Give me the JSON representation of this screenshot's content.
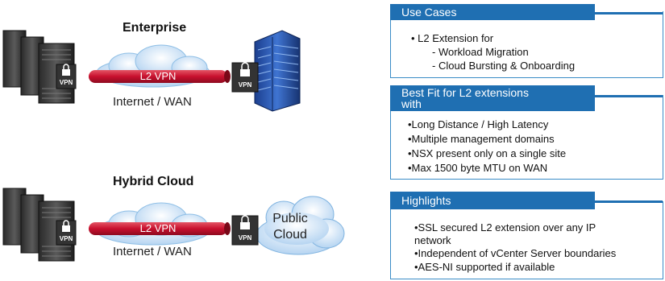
{
  "diagram": {
    "enterprise": {
      "title": "Enterprise",
      "tunnel_label": "L2 VPN",
      "network_label": "Internet / WAN",
      "left_vpn_label": "VPN",
      "right_vpn_label": "VPN"
    },
    "hybrid": {
      "title": "Hybrid Cloud",
      "tunnel_label": "L2 VPN",
      "network_label": "Internet / WAN",
      "left_vpn_label": "VPN",
      "right_vpn_label": "VPN",
      "cloud_line1": "Public",
      "cloud_line2": "Cloud"
    }
  },
  "panels": {
    "use_cases": {
      "title": "Use Cases",
      "lines": [
        "• L2 Extension for",
        "- Workload Migration",
        "- Cloud Bursting & Onboarding"
      ]
    },
    "best_fit": {
      "title_line1": "Best Fit for L2 extensions",
      "title_line2": "with",
      "lines": [
        "•Long Distance / High Latency",
        "•Multiple management domains",
        "•NSX present only on a single site",
        "•Max 1500 byte MTU on WAN"
      ]
    },
    "highlights": {
      "title": "Highlights",
      "lines": [
        "•SSL secured L2 extension over any IP",
        "network",
        "•Independent of vCenter Server boundaries",
        "•AES-NI supported if available"
      ]
    }
  },
  "colors": {
    "panel_header": "#1f6fb2",
    "tunnel": "#c8102e",
    "cloud": "#cfe4f7"
  }
}
